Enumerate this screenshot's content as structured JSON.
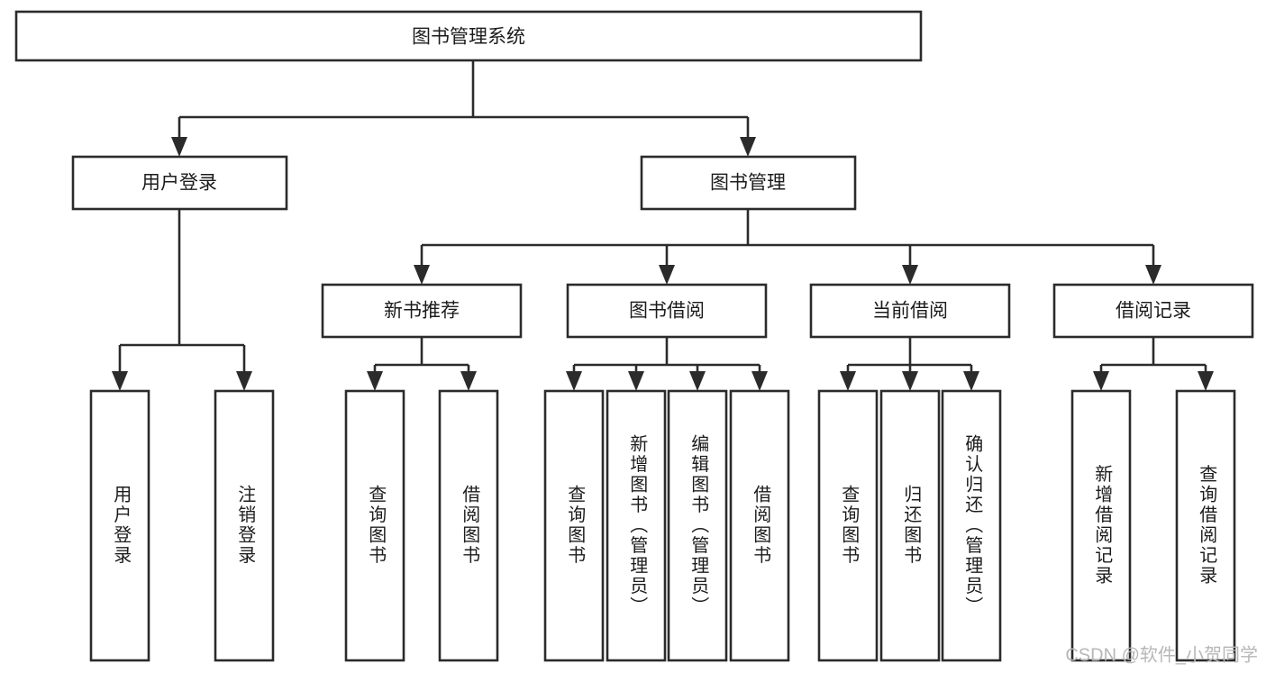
{
  "diagram": {
    "title": "图书管理系统",
    "type": "tree-hierarchy-diagram",
    "watermark": "CSDN @软件_小贺同学",
    "colors": {
      "stroke": "#2b2b2b",
      "node_fill": "#ffffff",
      "text": "#1c1c1c",
      "background": "#ffffff",
      "watermark": "#b7b7b7"
    },
    "levels": {
      "root": {
        "label": "图书管理系统"
      },
      "level2": [
        {
          "label": "用户登录"
        },
        {
          "label": "图书管理"
        }
      ],
      "level3": [
        {
          "label": "新书推荐"
        },
        {
          "label": "图书借阅"
        },
        {
          "label": "当前借阅"
        },
        {
          "label": "借阅记录"
        }
      ],
      "leaves": [
        {
          "label": "用户登录",
          "parent": "用户登录"
        },
        {
          "label": "注销登录",
          "parent": "用户登录"
        },
        {
          "label": "查询图书",
          "parent": "新书推荐"
        },
        {
          "label": "借阅图书",
          "parent": "新书推荐"
        },
        {
          "label": "查询图书",
          "parent": "图书借阅"
        },
        {
          "label": "新增图书（管理员）",
          "parent": "图书借阅"
        },
        {
          "label": "编辑图书（管理员）",
          "parent": "图书借阅"
        },
        {
          "label": "借阅图书",
          "parent": "图书借阅"
        },
        {
          "label": "查询图书",
          "parent": "当前借阅"
        },
        {
          "label": "归还图书",
          "parent": "当前借阅"
        },
        {
          "label": "确认归还（管理员）",
          "parent": "当前借阅"
        },
        {
          "label": "新增借阅记录",
          "parent": "借阅记录"
        },
        {
          "label": "查询借阅记录",
          "parent": "借阅记录"
        }
      ]
    }
  }
}
